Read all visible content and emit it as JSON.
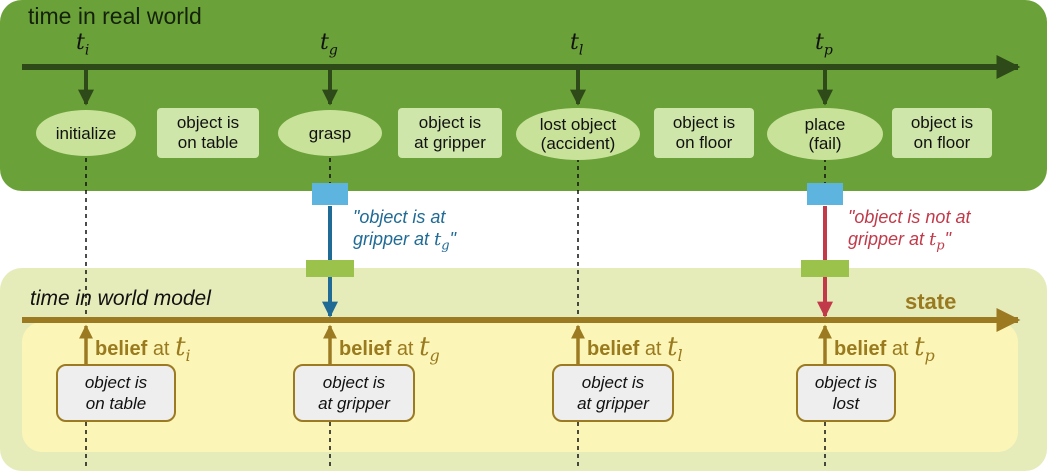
{
  "real_world": {
    "title": "time in real world",
    "ticks": [
      {
        "name": "t",
        "sub": "i"
      },
      {
        "name": "t",
        "sub": "g"
      },
      {
        "name": "t",
        "sub": "l"
      },
      {
        "name": "t",
        "sub": "p"
      }
    ],
    "events": [
      "initialize",
      "grasp",
      "lost object\n(accident)",
      "place\n(fail)"
    ],
    "states": [
      "object is\non table",
      "object is\nat gripper",
      "object is\non floor",
      "object is\non floor"
    ]
  },
  "observations": [
    {
      "text_line1": "\"object is at",
      "text_line2": "gripper at ",
      "t": "t",
      "sub": "g",
      "color": "#1f6b96"
    },
    {
      "text_line1": "\"object is not at",
      "text_line2": "gripper at ",
      "t": "t",
      "sub": "p",
      "color": "#c23a4a"
    }
  ],
  "world_model": {
    "title": "time in world model",
    "axis_label": "state",
    "belief_word": "belief",
    "at_word": "at",
    "beliefs": [
      {
        "t": "t",
        "sub": "i",
        "state": "object is\non table"
      },
      {
        "t": "t",
        "sub": "g",
        "state": "object is\nat gripper"
      },
      {
        "t": "t",
        "sub": "l",
        "state": "object is\nat gripper"
      },
      {
        "t": "t",
        "sub": "p",
        "state": "object is\nlost"
      }
    ]
  },
  "colors": {
    "real_world_panel": "#6aa138",
    "real_world_axis": "#2d4a18",
    "world_model_outer": "#e6ebba",
    "world_model_inner": "#fbf6b8",
    "world_model_axis": "#9b7a22",
    "observation_sensor": "#5db4de",
    "observation_bar": "#9bc24b",
    "success_arrow": "#1f6b96",
    "failure_arrow": "#c23a4a"
  }
}
